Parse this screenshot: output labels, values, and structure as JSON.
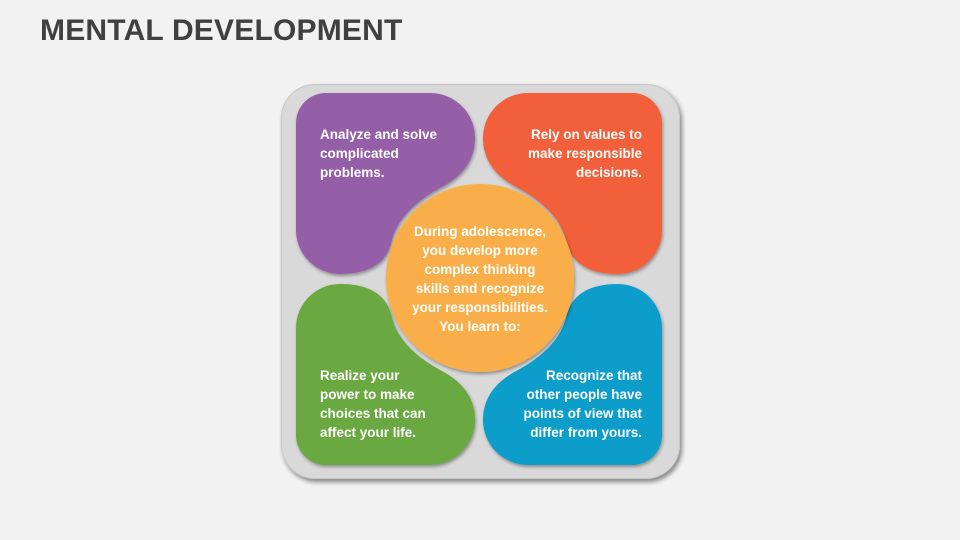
{
  "title": "MENTAL DEVELOPMENT",
  "colors": {
    "purple": "#955ea8",
    "orange_red": "#f15f3b",
    "green": "#6aa843",
    "blue": "#109dcb",
    "center": "#f9ae49",
    "frame": "#d9d9d9",
    "background": "#f2f2f2",
    "title": "#404040"
  },
  "center": {
    "lines": [
      "During adolescence,",
      "you develop more",
      "complex thinking",
      "skills and recognize",
      "your responsibilities.",
      "You learn to:"
    ]
  },
  "quadrants": [
    {
      "position": "top-left",
      "color": "purple",
      "lines": [
        "Analyze and solve",
        "complicated",
        "problems."
      ]
    },
    {
      "position": "top-right",
      "color": "orange_red",
      "lines": [
        "Rely on values to",
        "make responsible",
        "decisions."
      ]
    },
    {
      "position": "bottom-left",
      "color": "green",
      "lines": [
        "Realize your",
        "power to make",
        "choices that can",
        "affect your life."
      ]
    },
    {
      "position": "bottom-right",
      "color": "blue",
      "lines": [
        "Recognize that",
        "other people have",
        "points of view that",
        "differ from yours."
      ]
    }
  ]
}
